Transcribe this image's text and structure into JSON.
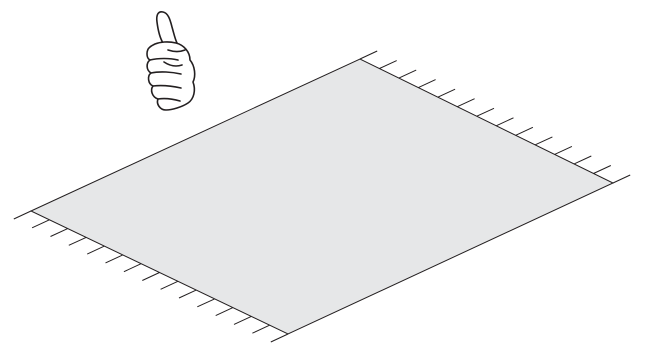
{
  "figure": {
    "background": "#ffffff",
    "rug": {
      "fill": "#e6e7e8",
      "stroke": "#231f20"
    },
    "fringe": {
      "edges": [
        "upper-right",
        "lower-left"
      ],
      "count_upper_right": 13,
      "count_lower_left": 14
    },
    "icons": [
      "thumbs-up-icon"
    ]
  }
}
